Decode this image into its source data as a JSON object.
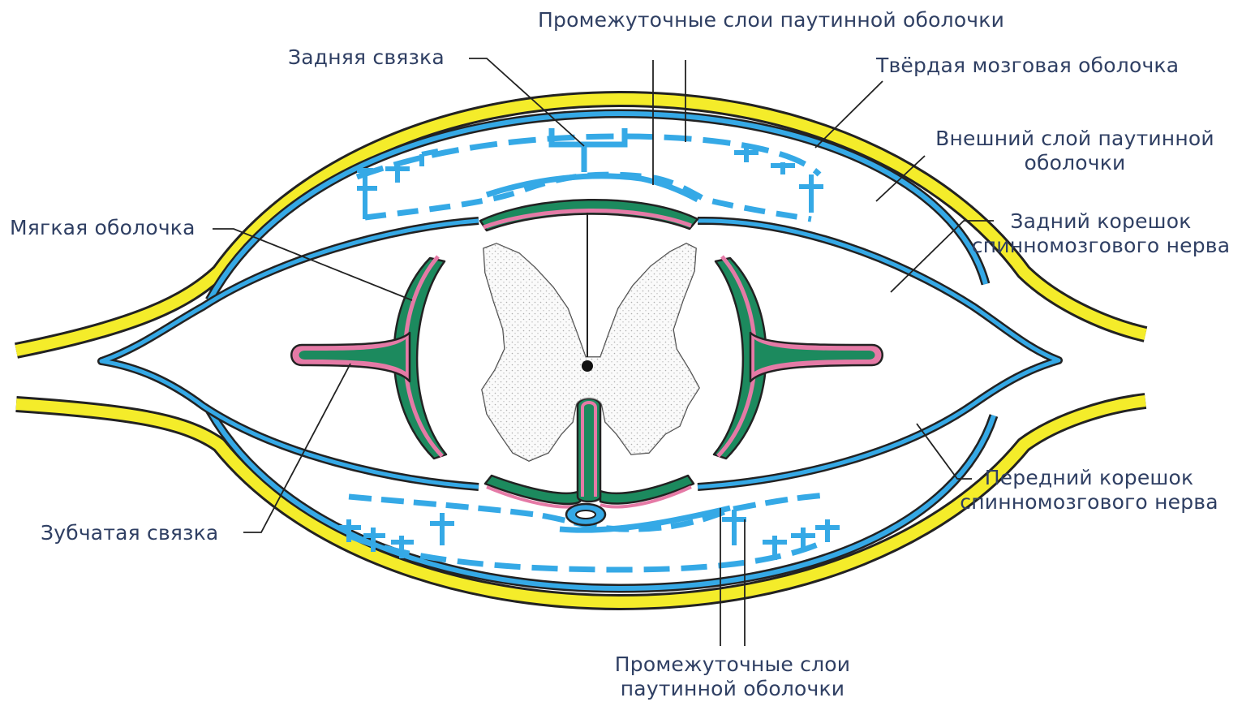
{
  "labels": {
    "intermediate_top": "Промежуточные слои паутинной оболочки",
    "posterior_ligament": "Задняя связка",
    "dura_mater": "Твёрдая мозговая оболочка",
    "outer_arachnoid": "Внешний слой паутинной оболочки",
    "pia_mater": "Мягкая оболочка",
    "posterior_root": "Задний корешок спинномозгового нерва",
    "denticulate_ligament": "Зубчатая связка",
    "anterior_root": "Передний корешок спинномозгового нерва",
    "intermediate_bottom": "Промежуточные слои паутинной оболочки"
  },
  "colors": {
    "dura": "#f4ec2a",
    "arachnoid": "#35a9e6",
    "pia": "#e57aa6",
    "cord_surface": "#1c8a5e",
    "gray_matter": "#f4f4f4",
    "outline": "#222222",
    "label_text": "#2f3f63"
  }
}
